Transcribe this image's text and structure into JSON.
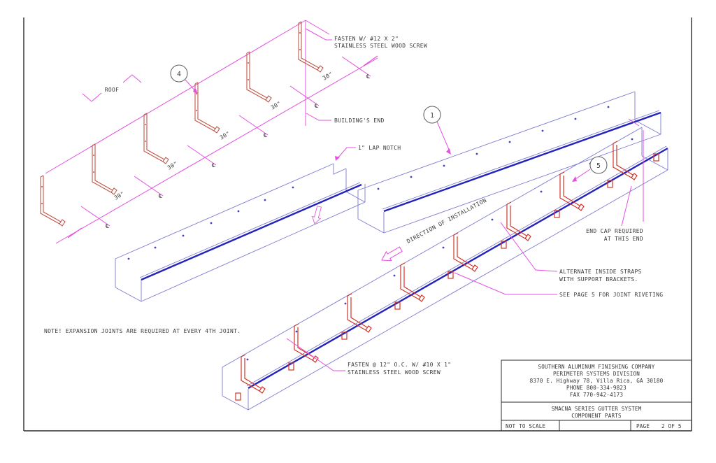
{
  "drawing": {
    "labels": {
      "roof": "ROOF",
      "fasten_top_line1": "FASTEN W/ #12 X 2\"",
      "fasten_top_line2": "STAINLESS STEEL WOOD SCREW",
      "buildings_end": "BUILDING'S END",
      "lap_notch": "1\" LAP NOTCH",
      "direction": "DIRECTION OF INSTALLATION",
      "end_cap_line1": "END CAP REQUIRED",
      "end_cap_line2": "AT THIS END",
      "alt_straps_line1": "ALTERNATE INSIDE STRAPS",
      "alt_straps_line2": "WITH SUPPORT BRACKETS.",
      "see_page": "SEE PAGE 5 FOR JOINT RIVETING",
      "fasten_bottom_line1": "FASTEN @ 12\" O.C. W/ #10 X 1\"",
      "fasten_bottom_line2": "STAINLESS STEEL WOOD SCREW",
      "note": "NOTE! EXPANSION JOINTS ARE REQUIRED AT EVERY 4TH JOINT."
    },
    "dimensions": {
      "spacing": "30\"",
      "centerline_symbol": "℄"
    },
    "callouts": {
      "bracket": "4",
      "gutter": "1",
      "strap": "5"
    },
    "title_block": {
      "company_lines": [
        "SOUTHERN ALUMINUM FINISHING COMPANY",
        "PERIMETER SYSTEMS DIVISION",
        "8370 E. Highway 78, Villa Rica, GA 30180",
        "PHONE 800-334-9823",
        "FAX 770-942-4173"
      ],
      "drawing_title_lines": [
        "SMACNA SERIES GUTTER SYSTEM",
        "COMPONENT PARTS"
      ],
      "scale": "NOT TO SCALE",
      "page_label": "PAGE",
      "page_value": "2 OF 5"
    },
    "colors": {
      "leader_magenta": "#e44fe0",
      "gutter_blue": "#7b7bd2",
      "bead_blue": "#2323bb",
      "bracket_red": "#c0574a",
      "strap_red": "#d23528",
      "border_black": "#2b2b2b",
      "text": "#3a3a3a"
    }
  }
}
